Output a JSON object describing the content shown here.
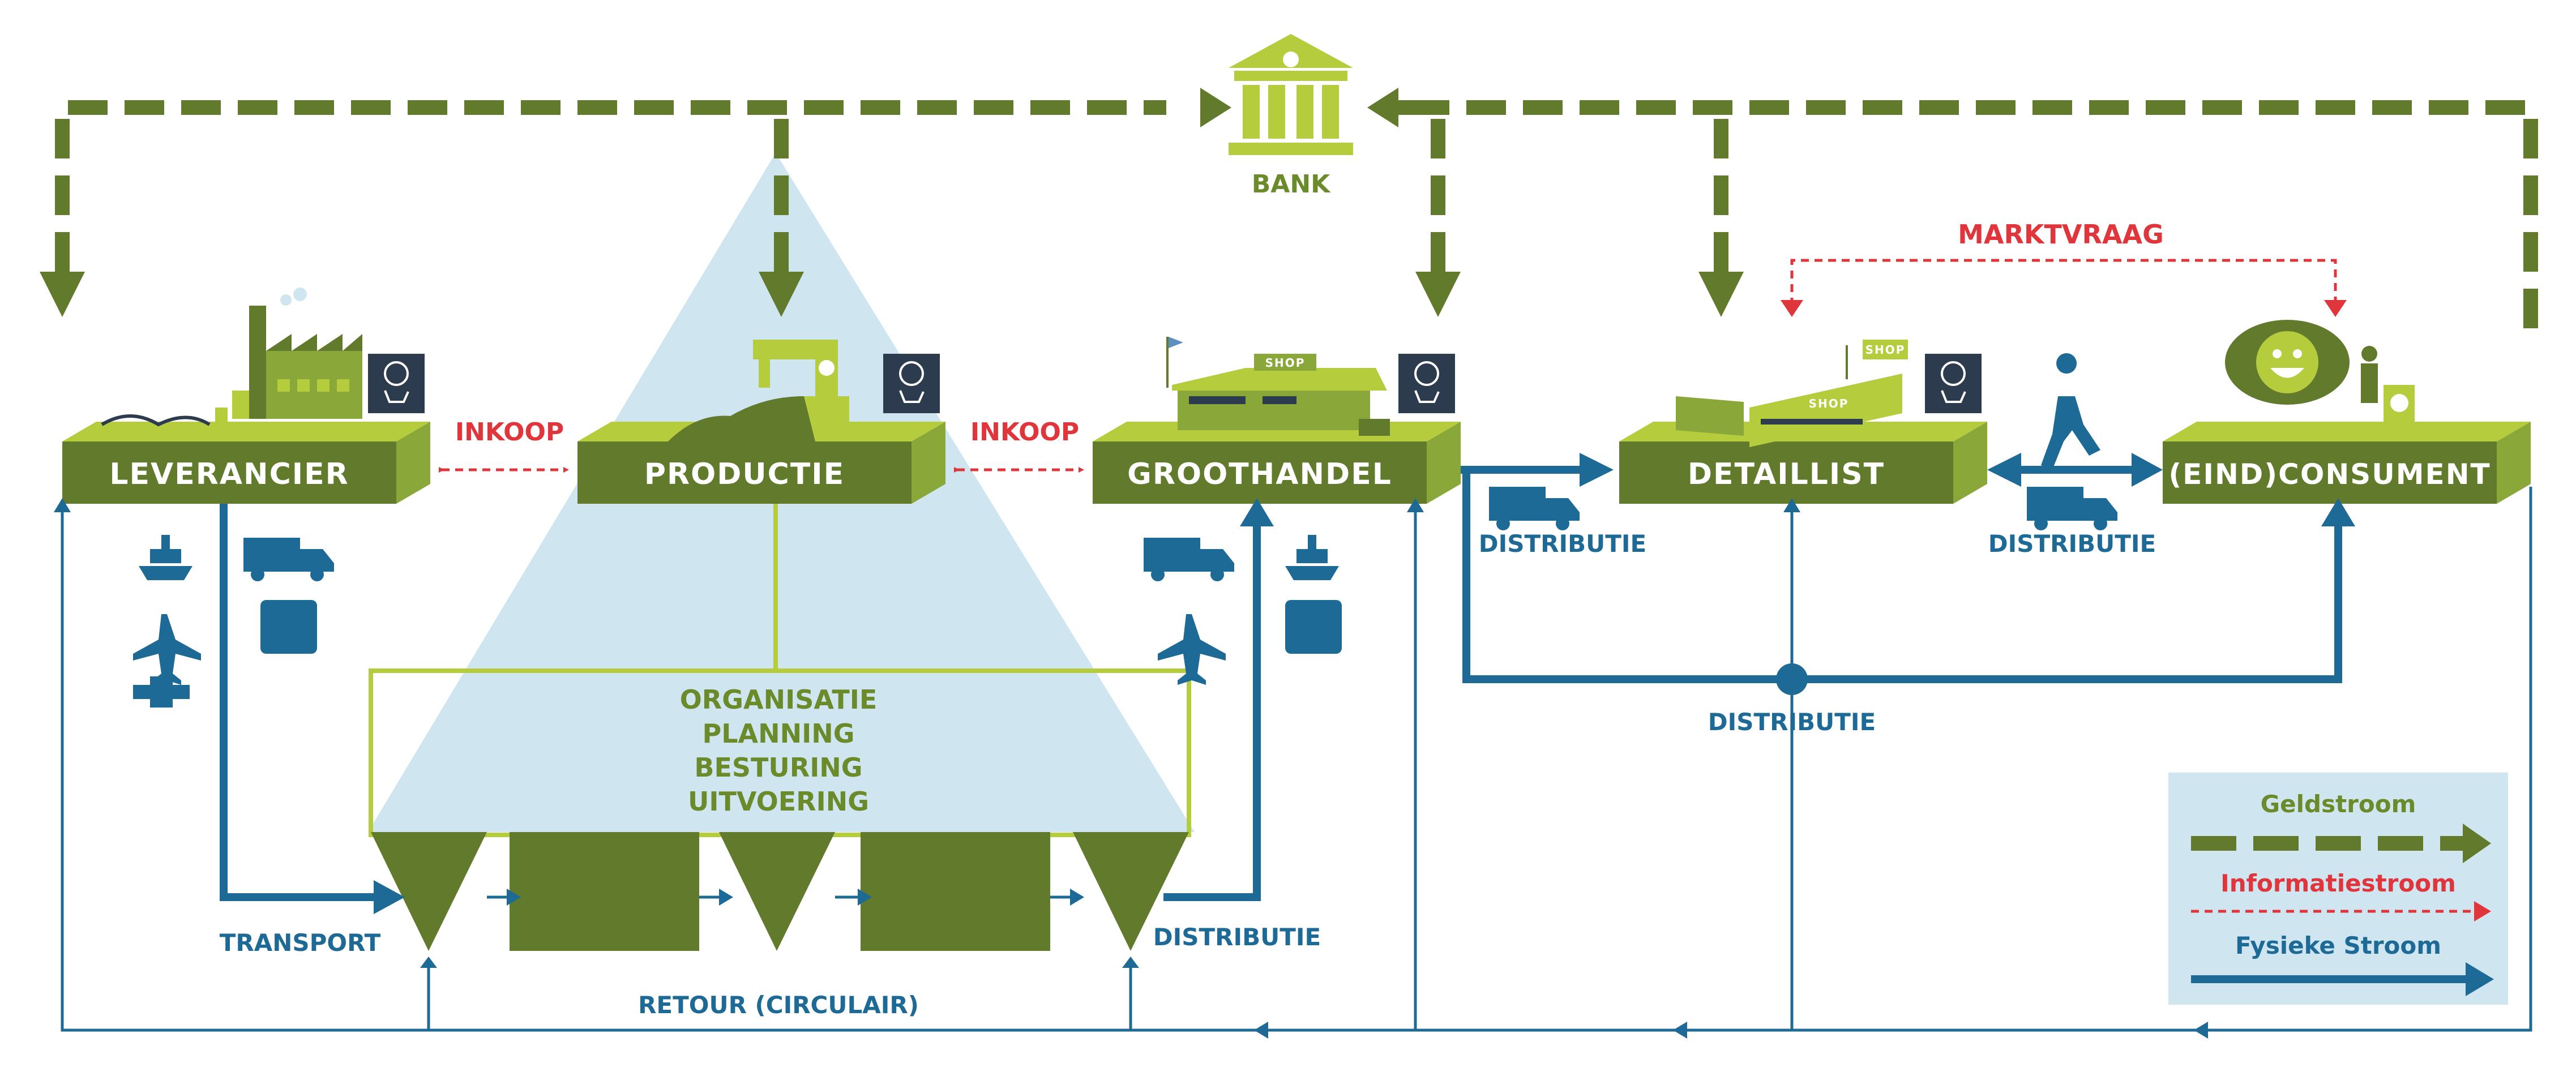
{
  "nodes": {
    "leverancier": "LEVERANCIER",
    "productie": "PRODUCTIE",
    "groothandel": "GROOTHANDEL",
    "detaillist": "DETAILLIST",
    "consument": "(EIND)CONSUMENT"
  },
  "bank": "BANK",
  "flows": {
    "inkoop_1": "INKOOP",
    "inkoop_2": "INKOOP",
    "marktvraag": "MARKTVRAAG",
    "distributie_1": "DISTRIBUTIE",
    "distributie_2": "DISTRIBUTIE",
    "distributie_3": "DISTRIBUTIE",
    "distributie_4": "DISTRIBUTIE",
    "transport": "TRANSPORT",
    "retour": "RETOUR (CIRCULAIR)"
  },
  "pyramid": {
    "line1": "ORGANISATIE",
    "line2": "PLANNING",
    "line3": "BESTURING",
    "line4": "UITVOERING"
  },
  "legend": {
    "geld": "Geldstroom",
    "info": "Informatiestroom",
    "fysiek": "Fysieke Stroom"
  },
  "store_signs": {
    "shop_groothandel": "SHOP",
    "shop_detaillist_1": "SHOP",
    "shop_detaillist_2": "SHOP"
  },
  "colors": {
    "green_dark": "#627a2c",
    "green_light": "#b5cc3c",
    "blue": "#1d6a96",
    "red": "#e0353b",
    "sky": "#cfe6f0",
    "navy_box": "#2d3b4f"
  }
}
